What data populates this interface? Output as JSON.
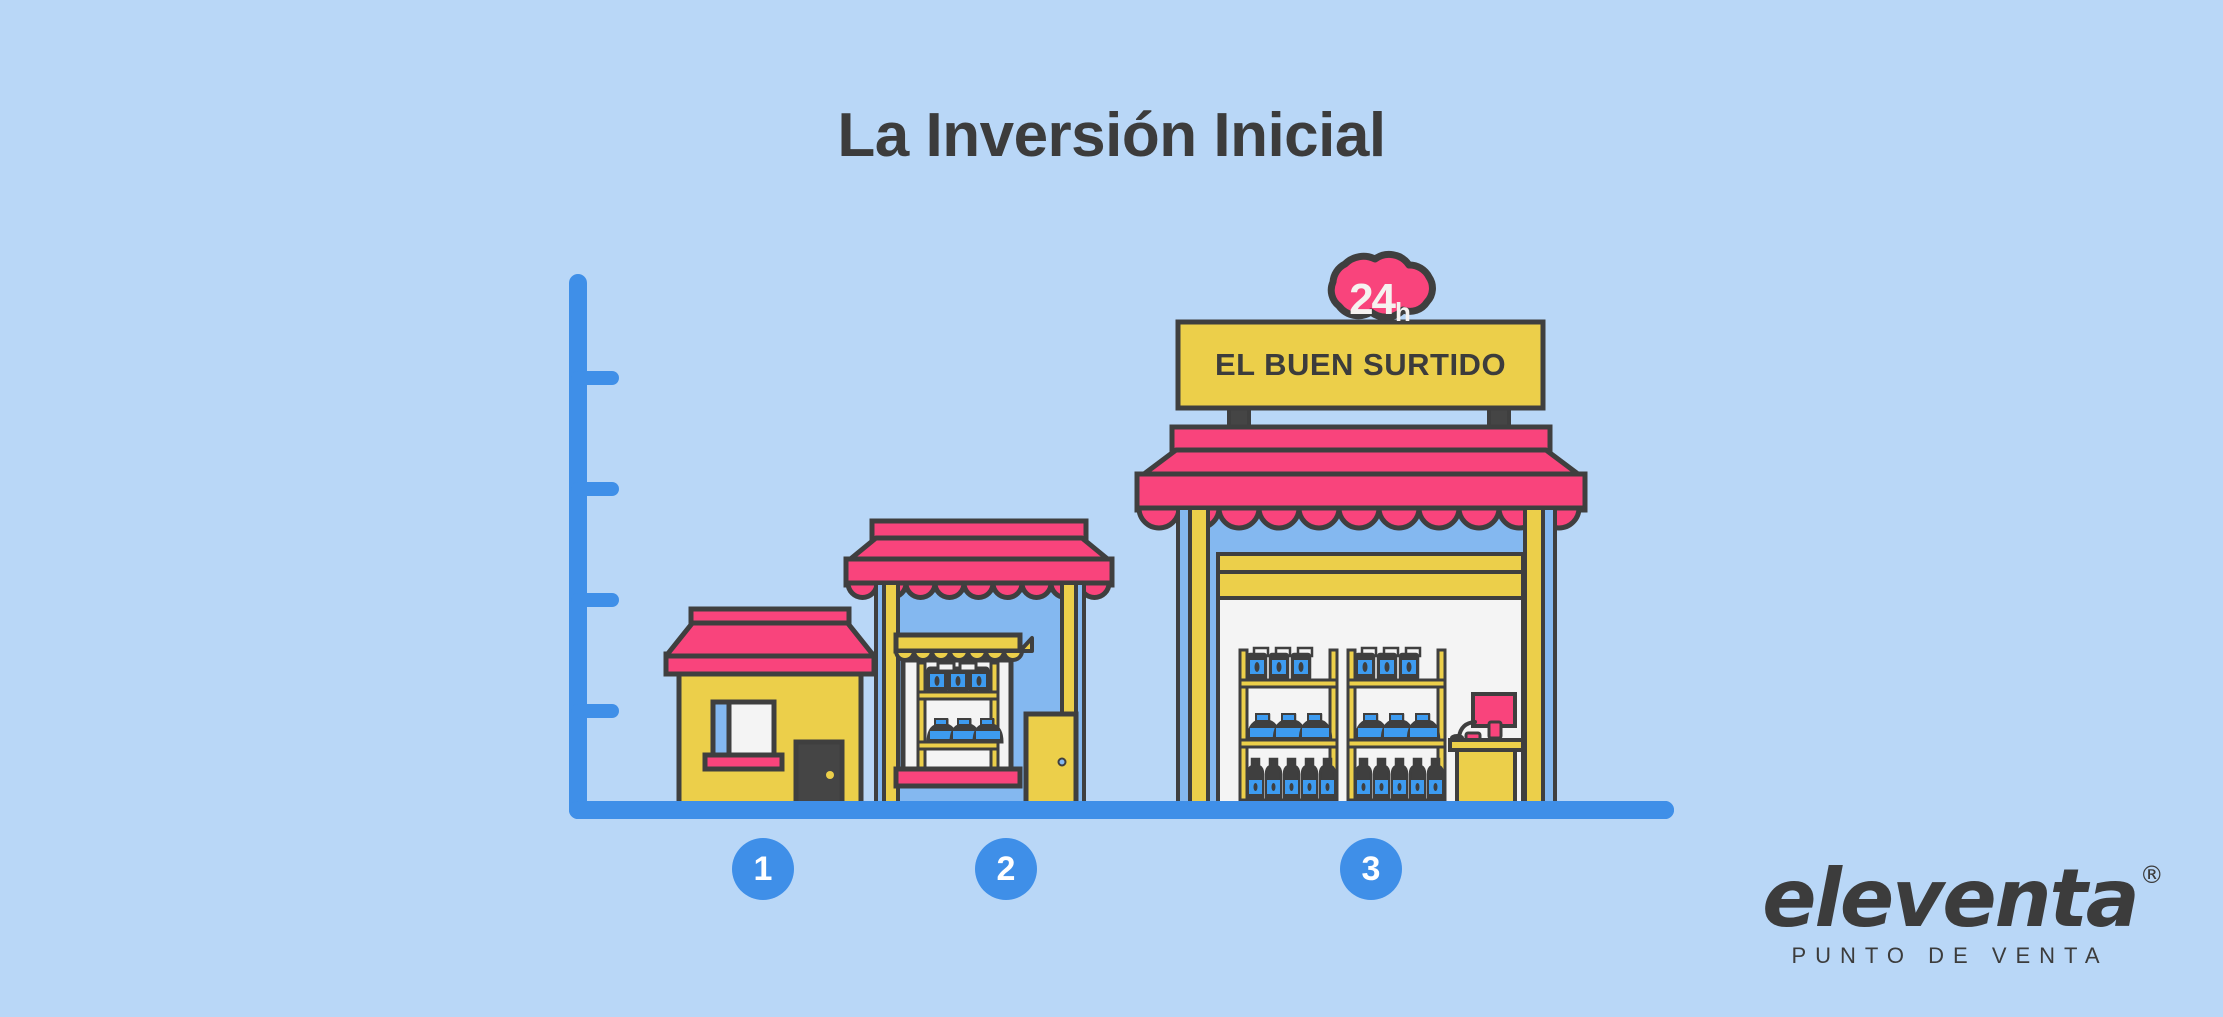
{
  "page": {
    "title": "La Inversión Inicial",
    "background_color": "#b9d7f7"
  },
  "palette": {
    "background": "#b9d7f7",
    "blue_accent": "#3f8fe8",
    "blue_light": "#84b8f0",
    "pink": "#f9447c",
    "yellow": "#eccf4a",
    "dark": "#3f3f3f",
    "white": "#f4f4f4"
  },
  "chart_data": {
    "type": "bar",
    "title": "La Inversión Inicial",
    "xlabel": "",
    "ylabel": "",
    "categories": [
      "1",
      "2",
      "3"
    ],
    "values": [
      1,
      2,
      3
    ],
    "tick_count": 4,
    "grid": false,
    "legend": "none",
    "annotation": "Three storefronts of increasing size representing growing initial investment"
  },
  "axis": {
    "name": "y-axis",
    "ticks": [
      "",
      "",
      "",
      ""
    ]
  },
  "steps": [
    {
      "number": "1",
      "name": "small-shop"
    },
    {
      "number": "2",
      "name": "market-stall"
    },
    {
      "number": "3",
      "name": "convenience-store"
    }
  ],
  "store": {
    "badge_number": "24",
    "badge_unit": "h",
    "sign_text": "EL BUEN SURTIDO"
  },
  "logo": {
    "word": "eleventa",
    "registered": "®",
    "tagline": "PUNTO DE VENTA"
  }
}
